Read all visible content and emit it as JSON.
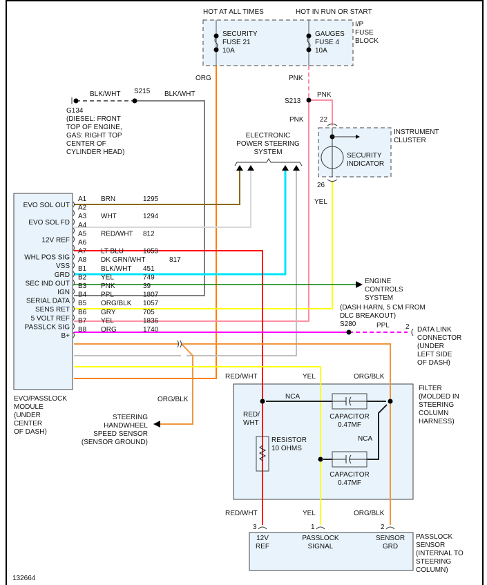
{
  "diagram_id": "132664",
  "colors": {
    "box_fill": "#e8f3fb",
    "org": "#ff7f00",
    "pnk": "#ff8fa3",
    "brn": "#8b6914",
    "wht": "#d8d8d8",
    "red": "#ff0000",
    "ltblu": "#00e5ff",
    "dkgrn": "#008000",
    "blkwht": "#808080",
    "yel": "#ffff00",
    "ppl": "#ff00ff",
    "orgblk": "#f0963c",
    "gry": "#c0c0c0"
  },
  "fuse_block": {
    "hot_all_times": "HOT AT ALL TIMES",
    "hot_run_start": "HOT IN RUN OR START",
    "name_lines": [
      "I/P",
      "FUSE",
      "BLOCK"
    ],
    "fuse1": [
      "SECURITY",
      "FUSE 21",
      "10A"
    ],
    "fuse2": [
      "GAUGES",
      "FUSE 4",
      "10A"
    ],
    "wire1": "ORG",
    "wire2": "PNK"
  },
  "ground": {
    "wire_left": "BLK/WHT",
    "splice": "S215",
    "wire_right": "BLK/WHT",
    "lines": [
      "G134",
      "(DIESEL: FRONT",
      "TOP OF ENGINE,",
      "GAS: RIGHT TOP",
      "CENTER OF",
      "CYLINDER HEAD)"
    ]
  },
  "splice_s213": {
    "name": "S213",
    "wire_out": "PNK",
    "wire_down": "PNK"
  },
  "eps": {
    "lines": [
      "ELECTRONIC",
      "POWER STEERING",
      "SYSTEM"
    ]
  },
  "cluster": {
    "pin_top": "22",
    "pin_bottom": "26",
    "name_lines": [
      "INSTRUMENT",
      "CLUSTER"
    ],
    "indicator_lines": [
      "SECURITY",
      "INDICATOR"
    ],
    "wire_out": "YEL"
  },
  "module": {
    "name_lines": [
      "EVO/PASSLOCK",
      "MODULE",
      "(UNDER",
      "CENTER",
      "OF DASH)"
    ],
    "pins": [
      {
        "func": "EVO SOL OUT",
        "pin": "A1",
        "color": "BRN",
        "circuit": "1295"
      },
      {
        "func": "",
        "pin": "A2",
        "color": "",
        "circuit": ""
      },
      {
        "func": "EVO SOL FD",
        "pin": "A3",
        "color": "WHT",
        "circuit": "1294"
      },
      {
        "func": "",
        "pin": "A4",
        "color": "",
        "circuit": ""
      },
      {
        "func": "12V REF",
        "pin": "A5",
        "color": "RED/WHT",
        "circuit": "812"
      },
      {
        "func": "",
        "pin": "A6",
        "color": "",
        "circuit": ""
      },
      {
        "func": "WHL POS SIG",
        "pin": "A7",
        "color": "LT BLU",
        "circuit": "1059"
      },
      {
        "func": "VSS",
        "pin": "A8",
        "color": "DK GRN/WHT",
        "circuit": "817"
      },
      {
        "func": "GRD",
        "pin": "B1",
        "color": "BLK/WHT",
        "circuit": "451"
      },
      {
        "func": "SEC IND OUT",
        "pin": "B2",
        "color": "YEL",
        "circuit": "749"
      },
      {
        "func": "IGN",
        "pin": "B3",
        "color": "PNK",
        "circuit": "39"
      },
      {
        "func": "SERIAL DATA",
        "pin": "B4",
        "color": "PPL",
        "circuit": "1807"
      },
      {
        "func": "SENS RET",
        "pin": "B5",
        "color": "ORG/BLK",
        "circuit": "1057"
      },
      {
        "func": "5 VOLT REF",
        "pin": "B6",
        "color": "GRY",
        "circuit": "705"
      },
      {
        "func": "PASSLCK SIG",
        "pin": "B7",
        "color": "YEL",
        "circuit": "1836"
      },
      {
        "func": "B+",
        "pin": "B8",
        "color": "ORG",
        "circuit": "1740"
      }
    ]
  },
  "engine_controls": {
    "lines": [
      "ENGINE",
      "CONTROLS",
      "SYSTEM"
    ]
  },
  "dlc": {
    "note_lines": [
      "(DASH HARN, 5 CM FROM",
      "DLC BREAKOUT)"
    ],
    "splice": "S280",
    "wire": "PPL",
    "pin": "2",
    "name_lines": [
      "DATA LINK",
      "CONNECTOR",
      "(UNDER",
      "LEFT SIDE",
      "OF DASH)"
    ]
  },
  "speed_sensor": {
    "wire": "ORG/BLK",
    "lines": [
      "STEERING",
      "HANDWHEEL",
      "SPEED SENSOR",
      "(SENSOR GROUND)"
    ]
  },
  "filter": {
    "wire_top_red": "RED/WHT",
    "wire_top_yel": "YEL",
    "wire_top_org": "ORG/BLK",
    "nca_top": "NCA",
    "nca_mid": "NCA",
    "red_inner": [
      "RED/",
      "WHT"
    ],
    "resistor": [
      "RESISTOR",
      "10 OHMS"
    ],
    "cap1": [
      "CAPACITOR",
      "0.47MF"
    ],
    "cap2": [
      "CAPACITOR",
      "0.47MF"
    ],
    "name_lines": [
      "FILTER",
      "(MOLDED IN",
      "STEERING",
      "COLUMN",
      "HARNESS)"
    ]
  },
  "passlock_sensor": {
    "wire_red": "RED/WHT",
    "wire_yel": "YEL",
    "wire_org": "ORG/BLK",
    "pin_red": "3",
    "pin_yel": "1",
    "pin_org": "2",
    "term1": [
      "12V",
      "REF"
    ],
    "term2": [
      "PASSLOCK",
      "SIGNAL"
    ],
    "term3": [
      "SENSOR",
      "GRD"
    ],
    "name_lines": [
      "PASSLOCK",
      "SENSOR",
      "(INTERNAL TO",
      "STEERING",
      "COLUMN)"
    ]
  }
}
